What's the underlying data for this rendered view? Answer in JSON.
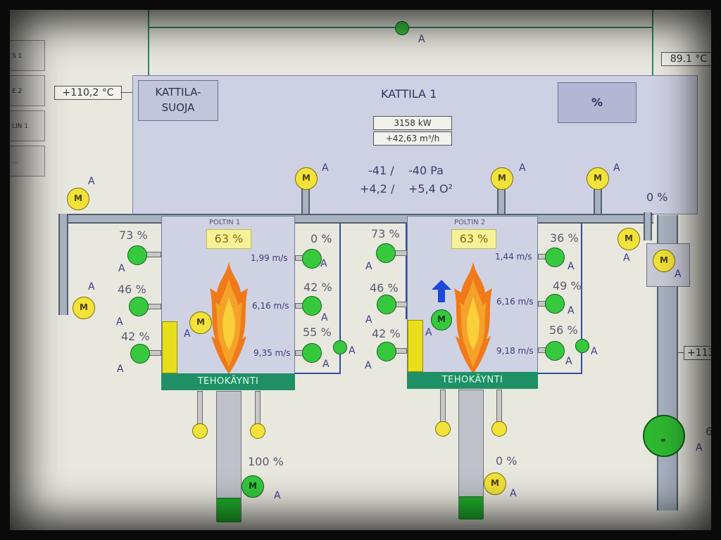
{
  "top": {
    "valve_a": "A",
    "temp_right": "89.1 °C"
  },
  "left_buttons": [
    "S 1",
    "E 2",
    "LIN 1",
    "..."
  ],
  "boiler": {
    "protection": "KATTILA-\nSUOJA",
    "title": "KATTILA 1",
    "power": "3158 kW",
    "flow": "+42,63 m³/h",
    "pressure_left": "-41 /",
    "pressure_right": "-40 Pa",
    "o2_left": "+4,2 /",
    "o2_right": "+5,4 O²",
    "percent_button": "%",
    "temp_left": "+110,2 °C",
    "right_pct": "0 %",
    "temp_side": "+113"
  },
  "burner1": {
    "name": "POLTIN 1",
    "power": "63 %",
    "status": "TEHOKÄYNTI",
    "left_dampers": [
      "73 %",
      "46 %",
      "42 %"
    ],
    "right_dampers": [
      "0 %",
      "42 %",
      "55 %"
    ],
    "speeds": [
      "1,99 m/s",
      "6,16 m/s",
      "9,35 m/s"
    ],
    "duct_pct": "100 %"
  },
  "burner2": {
    "name": "POLTIN 2",
    "power": "63 %",
    "status": "TEHOKÄYNTI",
    "left_dampers": [
      "73 %",
      "46 %",
      "42 %"
    ],
    "right_dampers": [
      "36 %",
      "49 %",
      "56 %"
    ],
    "speeds": [
      "1,44 m/s",
      "6,16 m/s",
      "9,18 m/s"
    ],
    "duct_pct": "0 %"
  },
  "labels": {
    "a": "A",
    "m": "M",
    "six": "6"
  },
  "colors": {
    "panel": "#cfd2e3",
    "valve_green": "#36c93e",
    "motor_yellow": "#f2e23a",
    "status_green": "#1f8f66",
    "flame_orange": "#f07a1a"
  },
  "icons": [
    "motor-icon",
    "valve-icon",
    "flame-icon",
    "arrow-up-icon",
    "fan-icon",
    "pump-icon"
  ]
}
